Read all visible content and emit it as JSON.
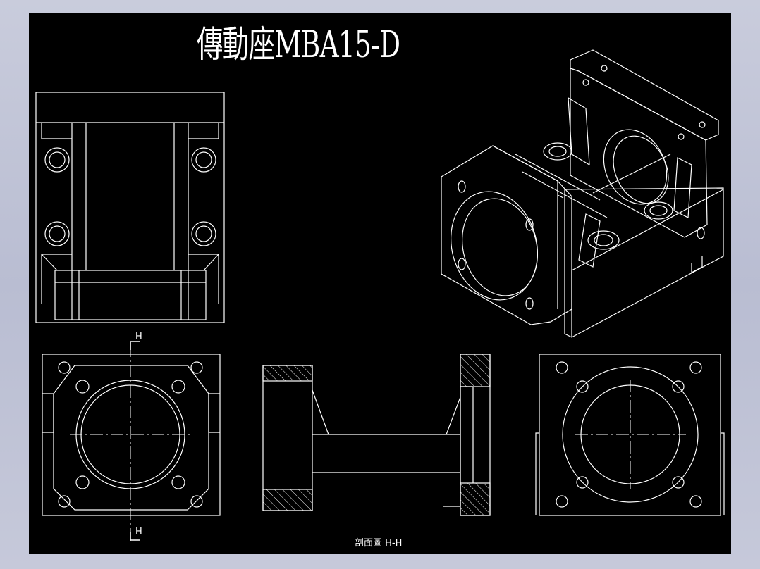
{
  "title": "傳動座MBA15-D",
  "section_marker": "H",
  "section_caption": "剖面圖  H-H",
  "colors": {
    "canvas": "#000000",
    "lines": "#ffffff",
    "frame": "#c9ccdc"
  }
}
